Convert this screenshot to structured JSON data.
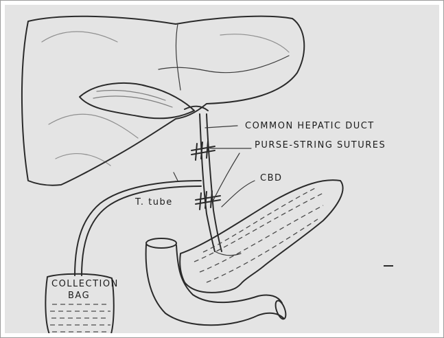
{
  "labels": {
    "common_hepatic_duct": "COMMON HEPATIC DUCT",
    "purse_string_sutures": "PURSE-STRING SUTURES",
    "cbd": "CBD",
    "t_tube": "T. tube",
    "collection_bag_line1": "COLLECTION",
    "collection_bag_line2": "BAG"
  }
}
